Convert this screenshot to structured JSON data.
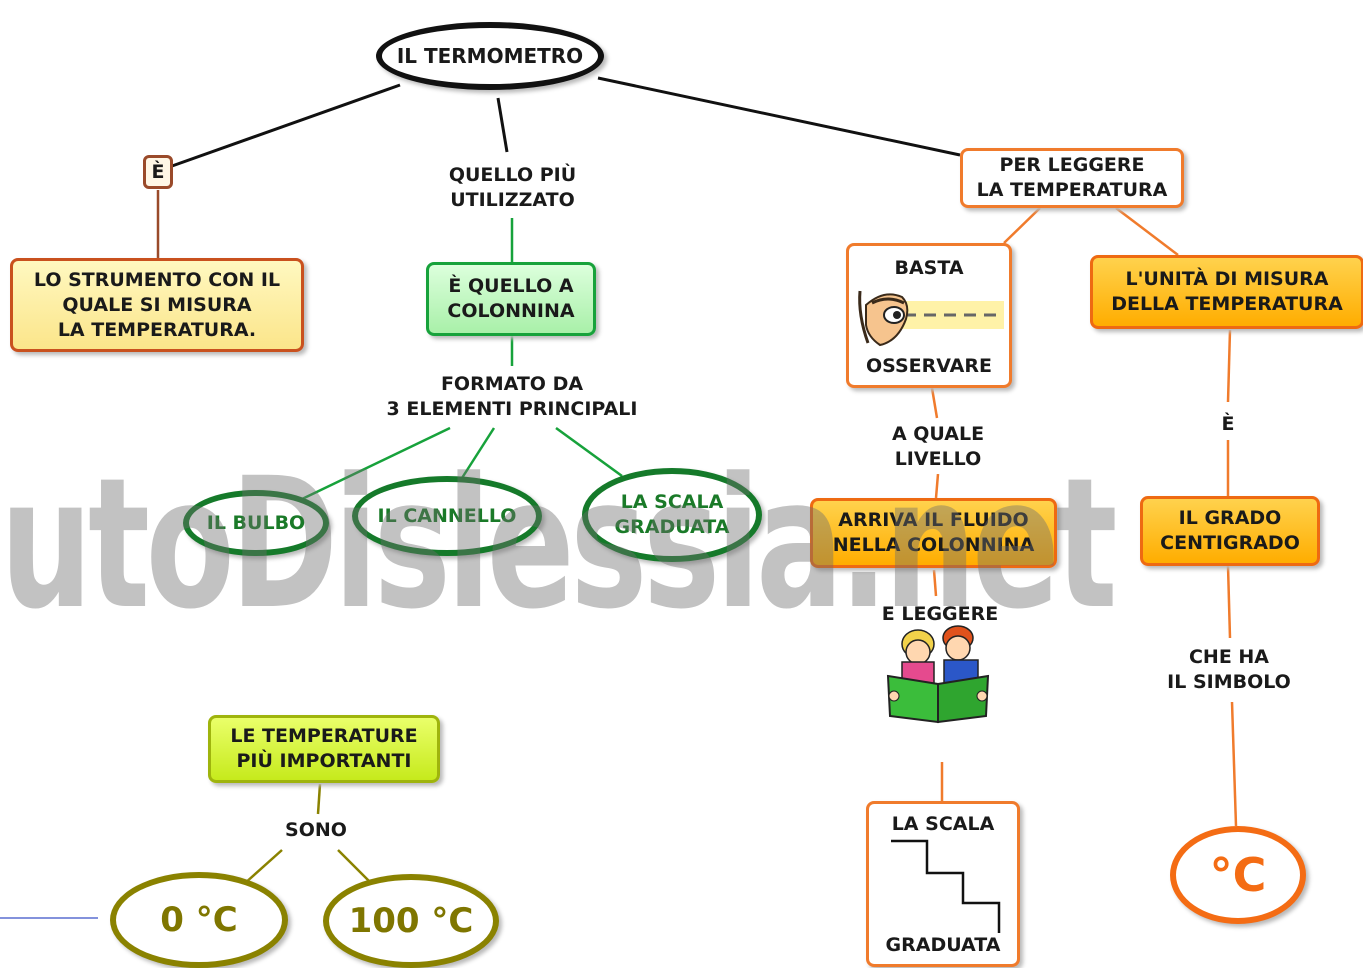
{
  "watermark": "iutoDislessia.net",
  "nodes": {
    "root": "IL TERMOMETRO",
    "e_small": "È",
    "strumento": "LO STRUMENTO CON IL\nQUALE SI MISURA\nLA TEMPERATURA.",
    "piu_utilizzato": "QUELLO PIÙ\nUTILIZZATO",
    "colonnina": "È QUELLO A\nCOLONNINA",
    "formato": "FORMATO DA\n3 ELEMENTI PRINCIPALI",
    "bulbo": "IL BULBO",
    "cannello": "IL CANNELLO",
    "scala_graduata": "LA SCALA\nGRADUATA",
    "per_leggere": "PER LEGGERE\nLA TEMPERATURA",
    "basta": "BASTA",
    "osservare": "OSSERVARE",
    "a_quale": "A QUALE\nLIVELLO",
    "arriva": "ARRIVA IL FLUIDO\nNELLA COLONNINA",
    "e_leggere": "E LEGGERE",
    "la_scala": "LA SCALA",
    "graduata": "GRADUATA",
    "unita": "L'UNITÀ DI MISURA\nDELLA TEMPERATURA",
    "e_label": "È",
    "grado": "IL GRADO\nCENTIGRADO",
    "che_ha": "CHE HA\nIL SIMBOLO",
    "simbolo": "°C",
    "temperature": "LE TEMPERATURE\nPIÙ IMPORTANTI",
    "sono": "SONO",
    "zero": "0 °C",
    "cento": "100 °C"
  },
  "colors": {
    "black_line": "#111111",
    "brown_line": "#9a4a2a",
    "green_line": "#17a23b",
    "orange_line": "#f07b2c",
    "olive_line": "#8a8200"
  },
  "icons": [
    "eye-icon",
    "children-reading-icon",
    "staircase-icon"
  ]
}
